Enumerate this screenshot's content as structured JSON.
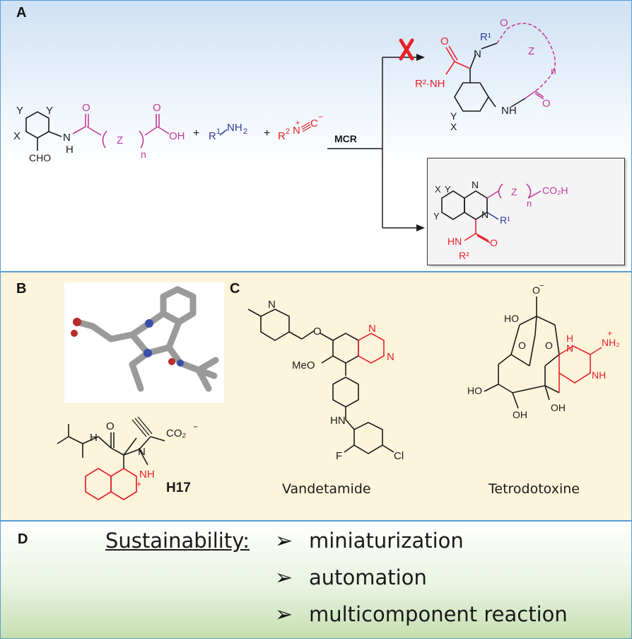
{
  "panels": {
    "a": "A",
    "b": "B",
    "c": "C",
    "d": "D"
  },
  "reaction": {
    "ring_y": "Y",
    "ring_x": "X",
    "aldehyde": "CHO",
    "nh": "N",
    "h": "H",
    "oxygen": "O",
    "z": "Z",
    "n": "n",
    "oh": "OH",
    "plus": "+",
    "r1": "R",
    "r1_sup": "1",
    "nh2": "NH",
    "nh2_sub": "2",
    "r2": "R",
    "r2_sup": "2",
    "isocyanide_n": "N",
    "isocyanide_c": "C",
    "plus_charge": "+",
    "minus_charge": "−",
    "mcr": "MCR",
    "macro_nh": "NH",
    "macro_r2nh": "R²·NH",
    "quin_co2h": "CO₂H",
    "quin_hn": "HN",
    "quin_r2": "R²",
    "quin_r1": "R¹"
  },
  "h17": {
    "label": "H17",
    "co2": "CO₂",
    "nh": "NH",
    "n": "N",
    "h": "H",
    "o": "O",
    "plus": "+",
    "minus": "−"
  },
  "vandetamide": {
    "label": "Vandetamide",
    "meo": "MeO",
    "hn": "HN",
    "f": "F",
    "cl": "Cl",
    "n": "N",
    "o": "O"
  },
  "tetrodotoxine": {
    "label": "Tetrodotoxine",
    "ho": "HO",
    "oh": "OH",
    "nh2": "NH₂",
    "nh": "NH",
    "h": "H",
    "n": "N",
    "o": "O",
    "plus": "+",
    "minus": "−"
  },
  "sustainability": {
    "title": "Sustainability:",
    "items": [
      "miniaturization",
      "automation",
      "multicomponent reaction"
    ]
  },
  "colors": {
    "blue": "#2e3d9e",
    "red": "#e8202a",
    "magenta": "#c33b9a",
    "frame": "#5b9bd5"
  }
}
